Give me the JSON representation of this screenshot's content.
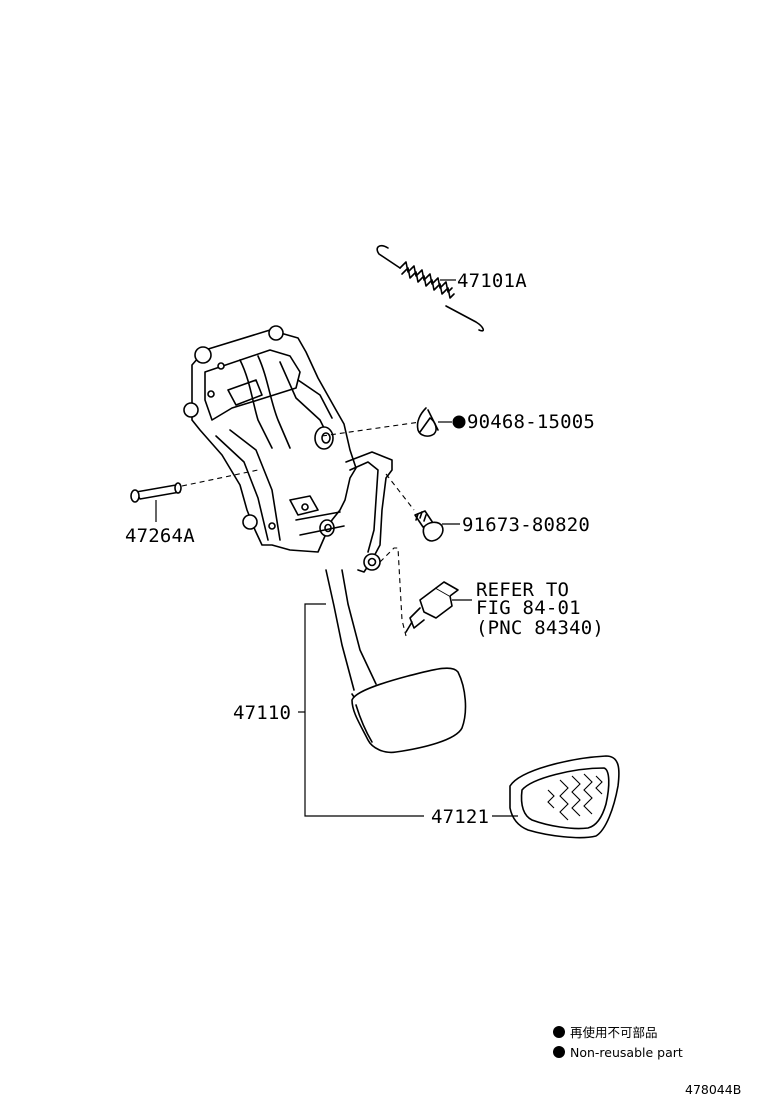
{
  "parts": {
    "spring": "47101A",
    "clip": "90468-15005",
    "pin": "47264A",
    "bolt": "91673-80820",
    "pedal_assy": "47110",
    "pedal_pad": "47121"
  },
  "refer": {
    "line1": "REFER TO",
    "line2": "FIG 84-01",
    "line3": "(PNC 84340)"
  },
  "legend": {
    "jp": "再使用不可部品",
    "en": "Non-reusable part"
  },
  "figure_id": "478044B"
}
